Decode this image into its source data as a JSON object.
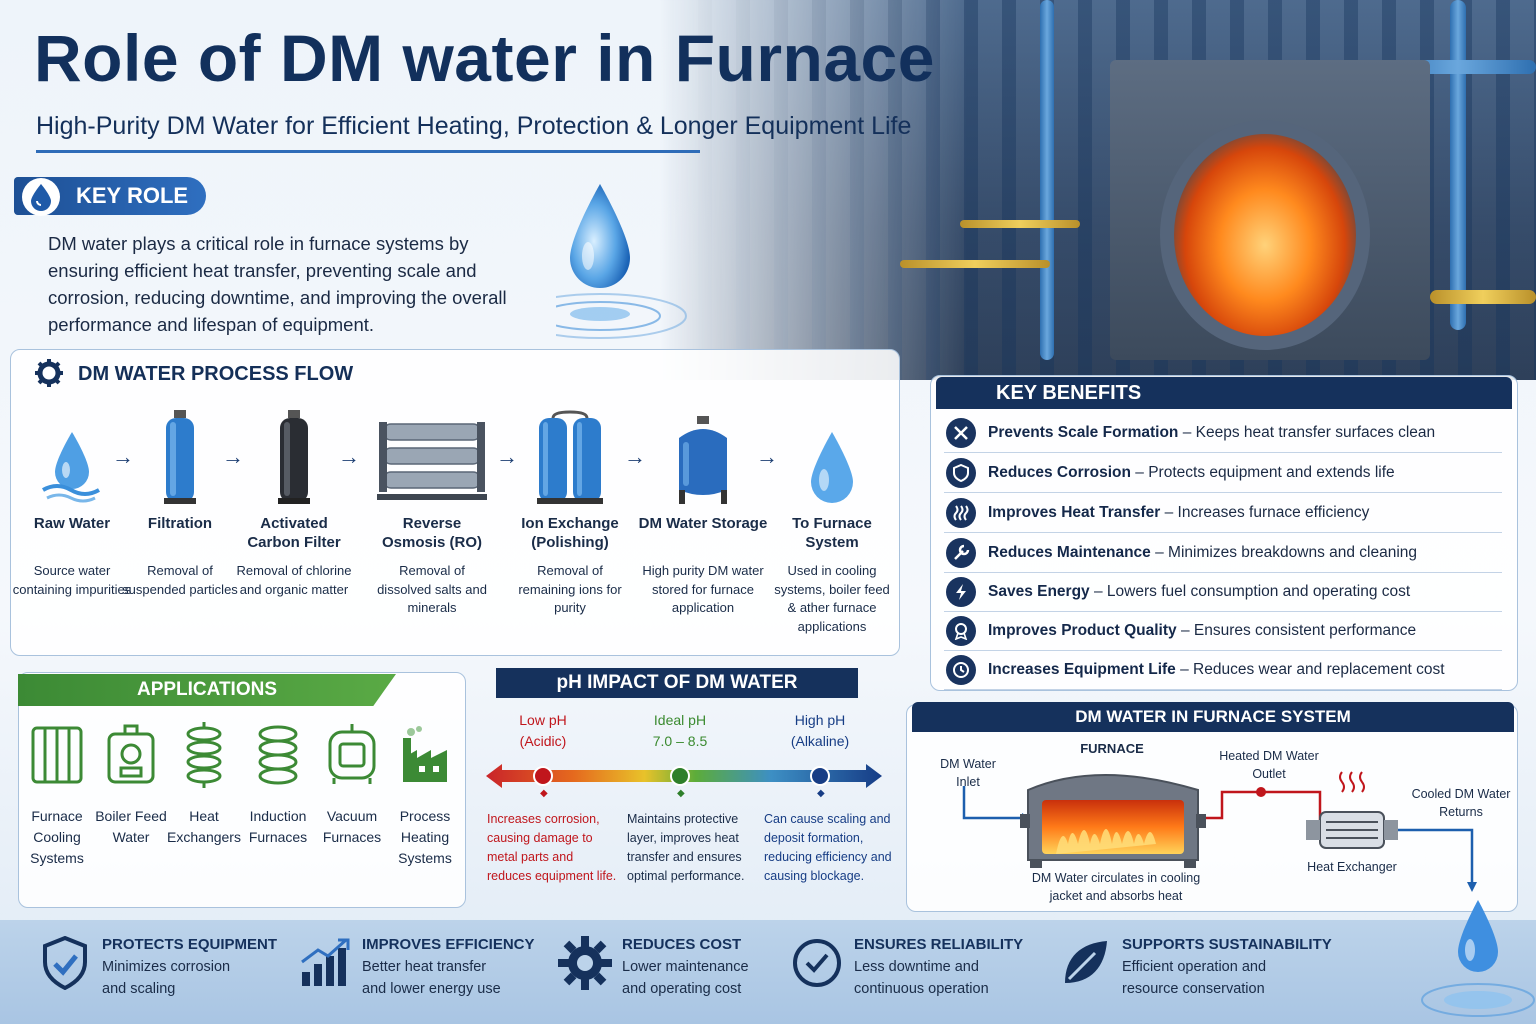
{
  "header": {
    "title": "Role of DM water in Furnace",
    "subtitle": "High-Purity DM Water for Efficient Heating, Protection & Longer Equipment Life"
  },
  "key_role": {
    "label": "KEY ROLE",
    "text": "DM water plays a critical role in furnace systems by ensuring efficient heat transfer, preventing scale and corrosion, reducing downtime, and improving the overall performance and lifespan of equipment."
  },
  "process_flow": {
    "heading": "DM WATER PROCESS FLOW",
    "steps": [
      {
        "name": "Raw Water",
        "desc": "Source water containing impurities",
        "icon": "water-drop-splash-icon"
      },
      {
        "name": "Filtration",
        "desc": "Removal of suspended particles",
        "icon": "filter-vessel-icon"
      },
      {
        "name": "Activated Carbon Filter",
        "desc": "Removal of chlorine and organic matter",
        "icon": "carbon-filter-icon"
      },
      {
        "name": "Reverse Osmosis (RO)",
        "desc": "Removal of dissolved salts and minerals",
        "icon": "ro-membrane-icon"
      },
      {
        "name": "Ion Exchange (Polishing)",
        "desc": "Removal of remaining ions for purity",
        "icon": "ion-exchange-icon"
      },
      {
        "name": "DM Water Storage",
        "desc": "High purity DM water stored for furnace application",
        "icon": "storage-tank-icon"
      },
      {
        "name": "To Furnace System",
        "desc": "Used in cooling systems, boiler feed & ather furnace applications",
        "icon": "water-drop-icon"
      }
    ]
  },
  "key_benefits": {
    "heading": "KEY BENEFITS",
    "items": [
      {
        "title": "Prevents Scale Formation",
        "desc": "– Keeps heat transfer surfaces clean",
        "icon": "tools-icon"
      },
      {
        "title": "Reduces Corrosion",
        "desc": "– Protects equipment and extends life",
        "icon": "shield-icon"
      },
      {
        "title": "Improves Heat Transfer",
        "desc": "– Increases furnace efficiency",
        "icon": "heat-waves-icon"
      },
      {
        "title": "Reduces Maintenance",
        "desc": "– Minimizes breakdowns and cleaning",
        "icon": "wrench-icon"
      },
      {
        "title": "Saves Energy",
        "desc": "– Lowers fuel consumption and operating cost",
        "icon": "lightning-icon"
      },
      {
        "title": "Improves Product Quality",
        "desc": "– Ensures consistent performance",
        "icon": "award-icon"
      },
      {
        "title": "Increases Equipment Life",
        "desc": "– Reduces wear and replacement cost",
        "icon": "clock-icon"
      }
    ]
  },
  "applications": {
    "heading": "APPLICATIONS",
    "items": [
      {
        "label": "Furnace Cooling Systems",
        "icon": "radiator-icon"
      },
      {
        "label": "Boiler Feed Water",
        "icon": "boiler-icon"
      },
      {
        "label": "Heat Exchangers",
        "icon": "coil-icon"
      },
      {
        "label": "Induction Furnaces",
        "icon": "induction-coil-icon"
      },
      {
        "label": "Vacuum Furnaces",
        "icon": "vacuum-chamber-icon"
      },
      {
        "label": "Process Heating Systems",
        "icon": "factory-icon"
      }
    ]
  },
  "ph": {
    "heading": "pH IMPACT OF DM WATER",
    "low": {
      "title": "Low pH",
      "sub": "(Acidic)",
      "desc": "Increases corrosion, causing damage to metal parts and reduces equipment life.",
      "color": "#c0161c"
    },
    "ideal": {
      "title": "Ideal pH",
      "sub": "7.0 – 8.5",
      "desc": "Maintains protective layer, improves heat transfer and ensures optimal performance.",
      "color": "#3a8a2f"
    },
    "high": {
      "title": "High pH",
      "sub": "(Alkaline)",
      "desc": "Can cause scaling and deposit formation, reducing efficiency and causing blockage.",
      "color": "#173d85"
    }
  },
  "furnace_system": {
    "heading": "DM WATER IN FURNACE SYSTEM",
    "inlet": "DM Water Inlet",
    "furnace": "FURNACE",
    "heated": "Heated DM Water Outlet",
    "cooled": "Cooled DM Water Returns",
    "exchanger": "Heat Exchanger",
    "caption": "DM Water circulates in cooling jacket and absorbs heat"
  },
  "footer": [
    {
      "title": "PROTECTS EQUIPMENT",
      "desc": "Minimizes corrosion and scaling",
      "icon": "shield-check-icon"
    },
    {
      "title": "IMPROVES EFFICIENCY",
      "desc": "Better heat transfer and lower energy use",
      "icon": "growth-chart-icon"
    },
    {
      "title": "REDUCES COST",
      "desc": "Lower maintenance and operating cost",
      "icon": "gear-icon"
    },
    {
      "title": "ENSURES RELIABILITY",
      "desc": "Less downtime and continuous operation",
      "icon": "clock-check-icon"
    },
    {
      "title": "SUPPORTS SUSTAINABILITY",
      "desc": "Efficient operation and resource conservation",
      "icon": "leaf-icon"
    }
  ],
  "colors": {
    "navy": "#15315c",
    "blue": "#2f6fc0",
    "green": "#3c8a35",
    "fire": "#ff8a1e"
  }
}
